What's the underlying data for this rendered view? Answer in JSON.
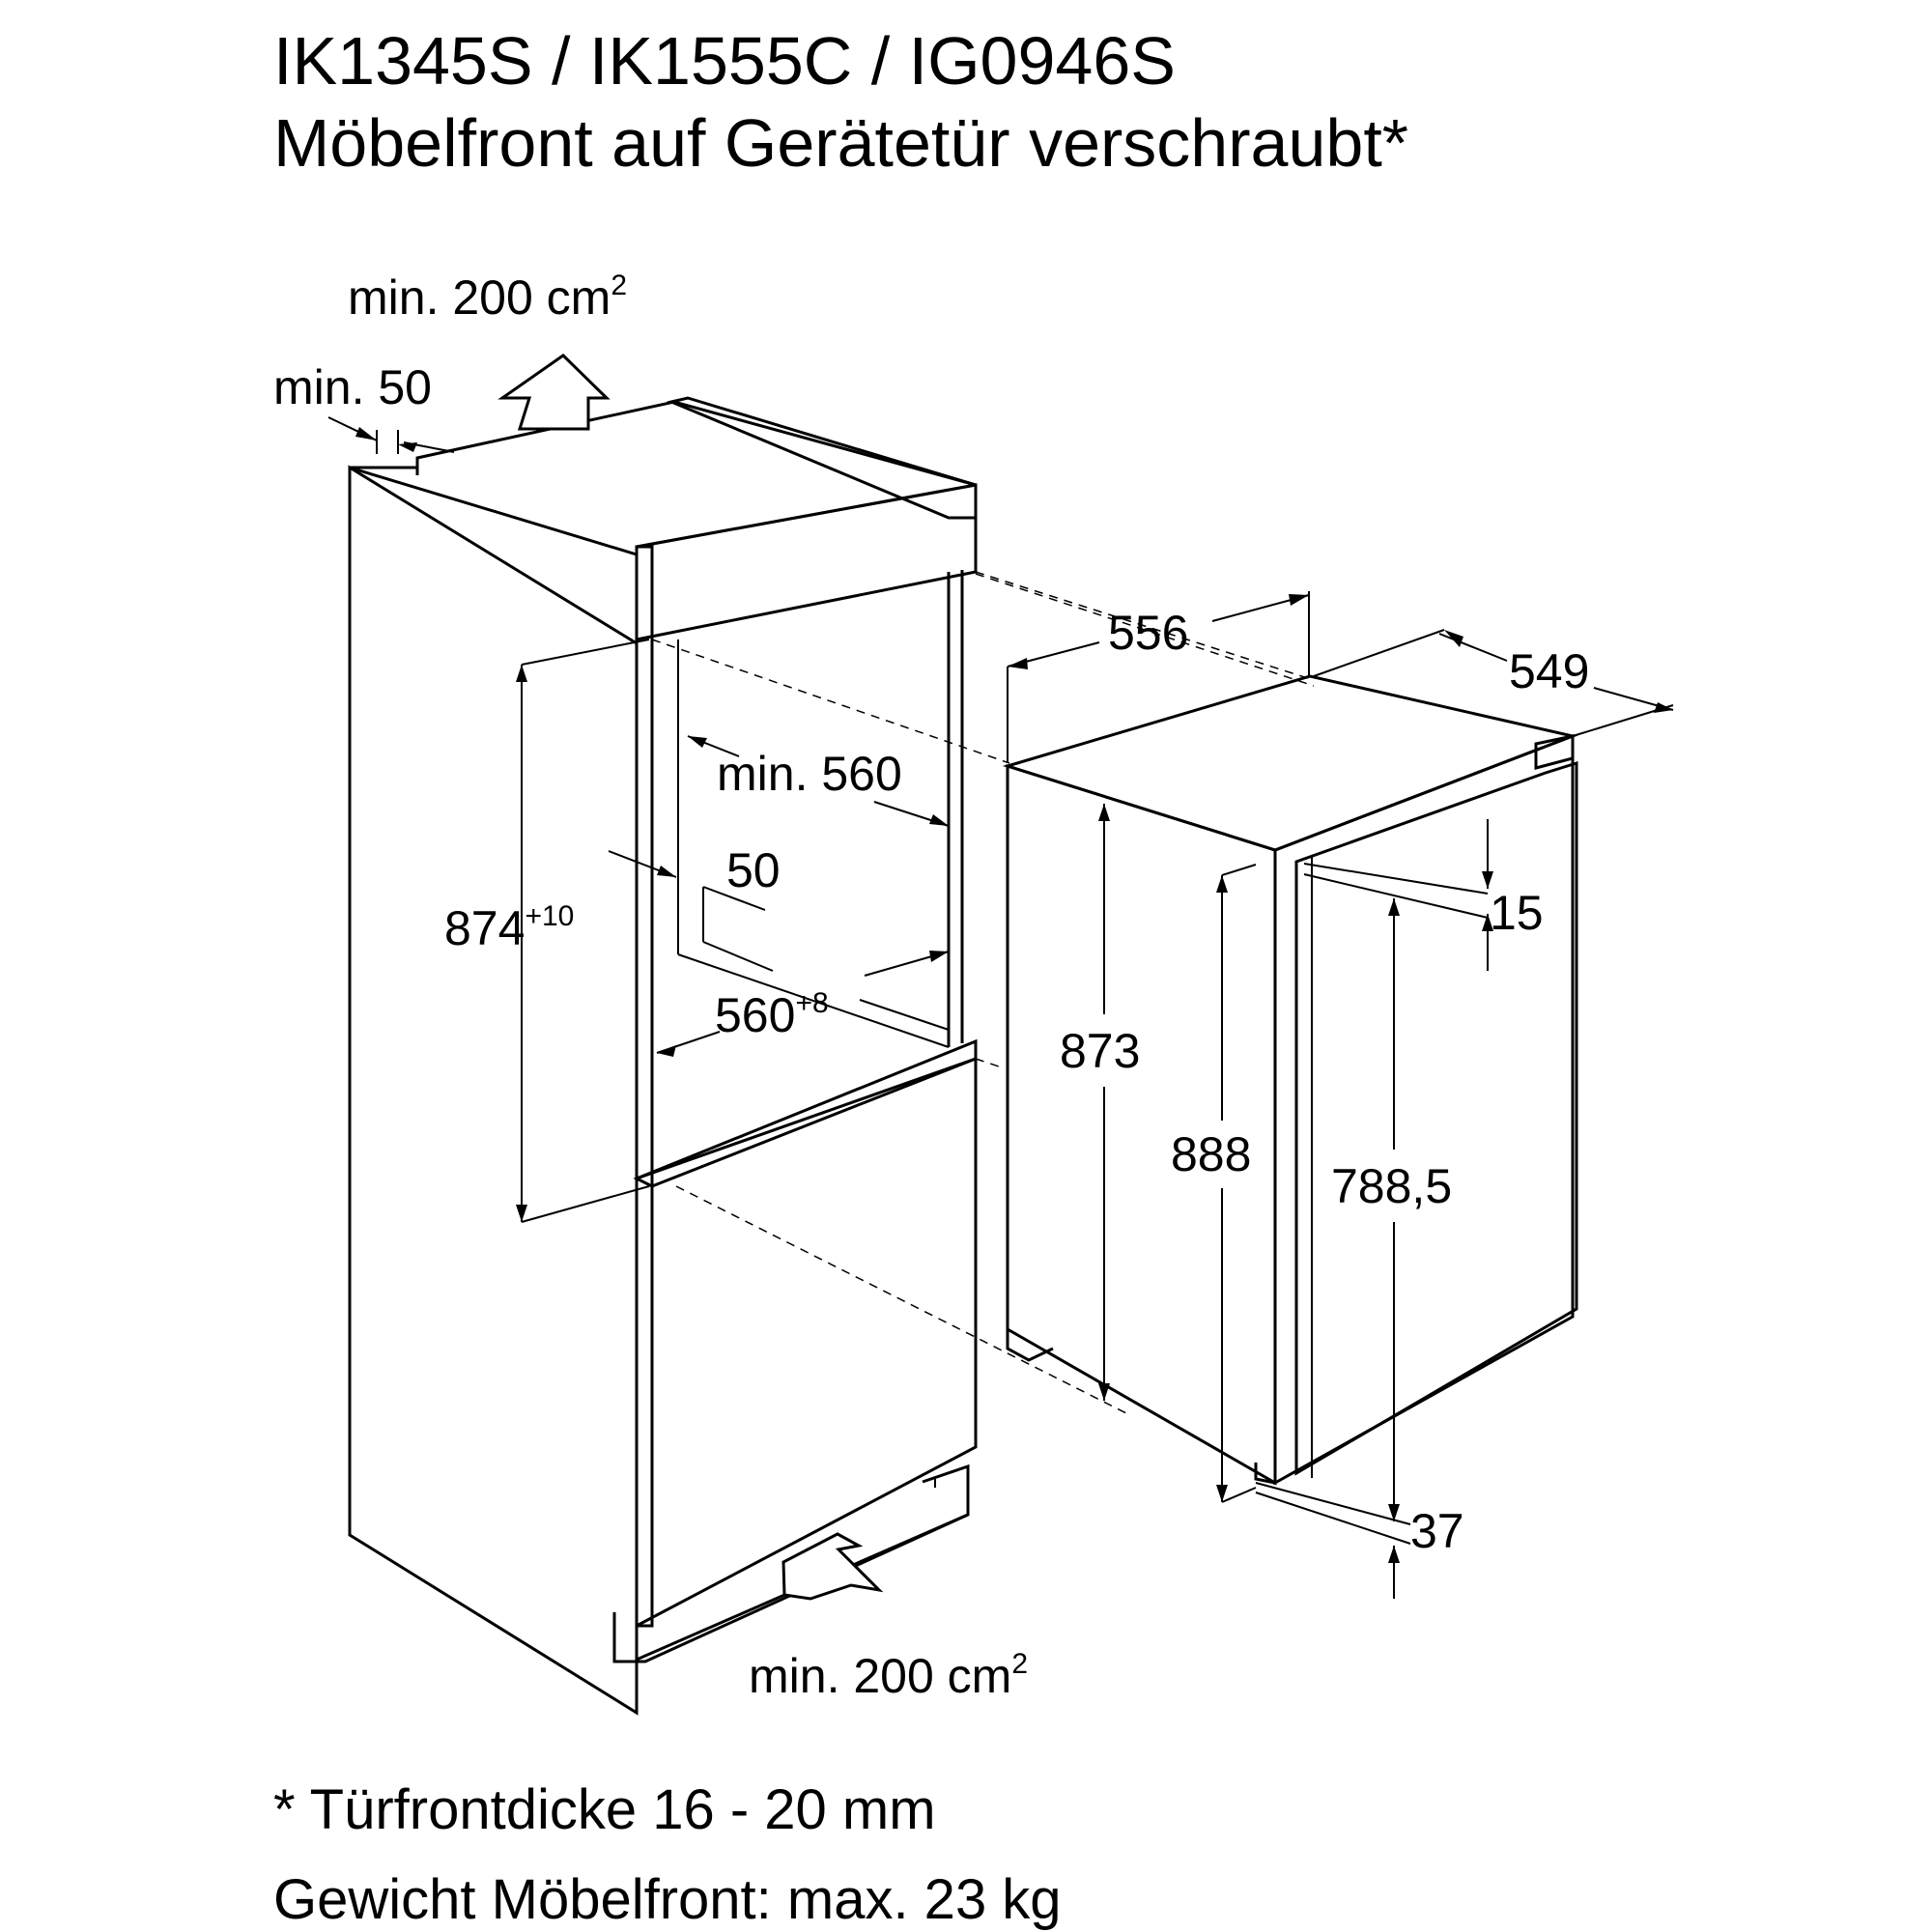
{
  "header": {
    "models": "IK1345S / IK1555C / IG0946S",
    "subtitle": "Möbelfront auf Gerätetür verschraubt*"
  },
  "dimensions": {
    "vent_top_area": "min. 200 cm",
    "vent_top_area_sup": "2",
    "vent_top_gap": "min. 50",
    "niche_depth": "min. 560",
    "niche_offset": "50",
    "niche_height": "874",
    "niche_height_tol": "+10",
    "niche_width": "560",
    "niche_width_tol": "+8",
    "vent_bottom_area": "min. 200 cm",
    "vent_bottom_area_sup": "2",
    "appliance_width": "556",
    "appliance_depth": "549",
    "door_offset": "15",
    "appliance_body_height": "873",
    "appliance_total_height": "888",
    "door_height": "788,5",
    "door_bottom_offset": "37"
  },
  "footnotes": {
    "door_thickness": "* Türfrontdicke 16 - 20 mm",
    "front_weight": "Gewicht Möbelfront: max. 23 kg"
  }
}
